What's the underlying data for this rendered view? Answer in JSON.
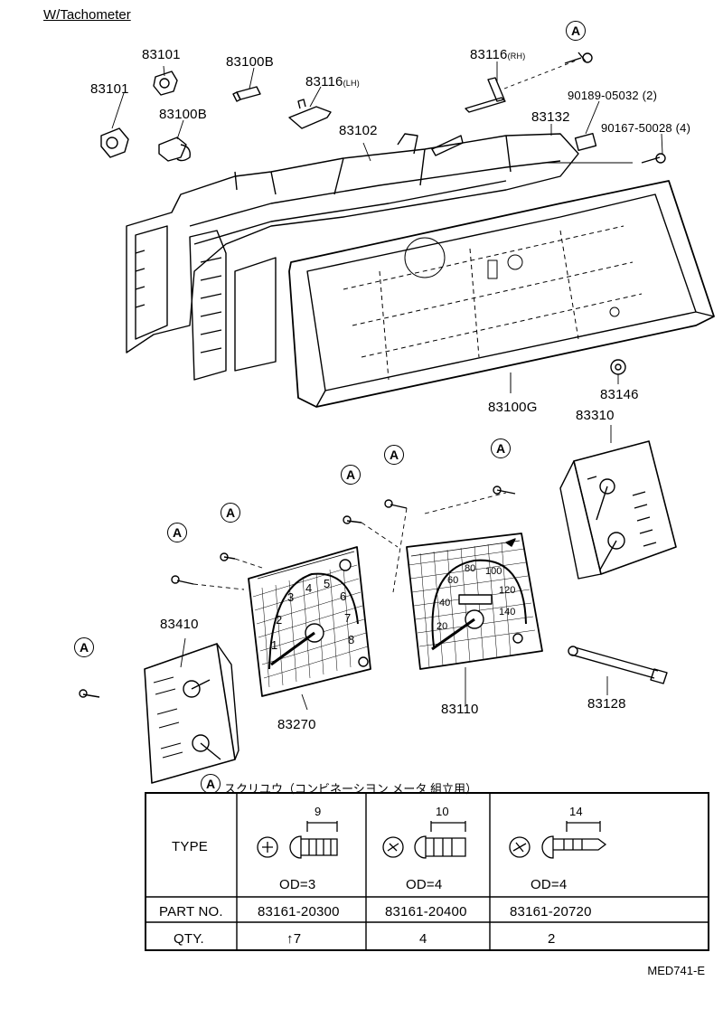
{
  "title": "W/Tachometer",
  "labels": {
    "p83101a": "83101",
    "p83101b": "83101",
    "p83100B_a": "83100B",
    "p83100B_b": "83100B",
    "p83116lh": "83116",
    "p83116lh_suffix": "(LH)",
    "p83116rh": "83116",
    "p83116rh_suffix": "(RH)",
    "p83102": "83102",
    "p83132": "83132",
    "p90189": "90189-05032 (2)",
    "p90167": "90167-50028 (4)",
    "p83100G": "83100G",
    "p83146": "83146",
    "p83310": "83310",
    "p83410": "83410",
    "p83270": "83270",
    "p83110": "83110",
    "p83128": "83128"
  },
  "screw_marker": "A",
  "caption": "スクリユウ（コンビネーシヨン メータ 組立用）",
  "table": {
    "row_labels": [
      "TYPE",
      "PART NO.",
      "QTY."
    ],
    "columns": [
      {
        "dim": "9",
        "od": "OD=3",
        "part_no": "83161-20300",
        "qty": "↑7"
      },
      {
        "dim": "10",
        "od": "OD=4",
        "part_no": "83161-20400",
        "qty": "4"
      },
      {
        "dim": "14",
        "od": "OD=4",
        "part_no": "83161-20720",
        "qty": "2"
      }
    ]
  },
  "tach_numbers": [
    "1",
    "2",
    "3",
    "4",
    "5",
    "6",
    "7",
    "8"
  ],
  "speedo_numbers": [
    "20",
    "40",
    "60",
    "80",
    "100",
    "120",
    "140"
  ],
  "drawing_code": "MED741-E"
}
